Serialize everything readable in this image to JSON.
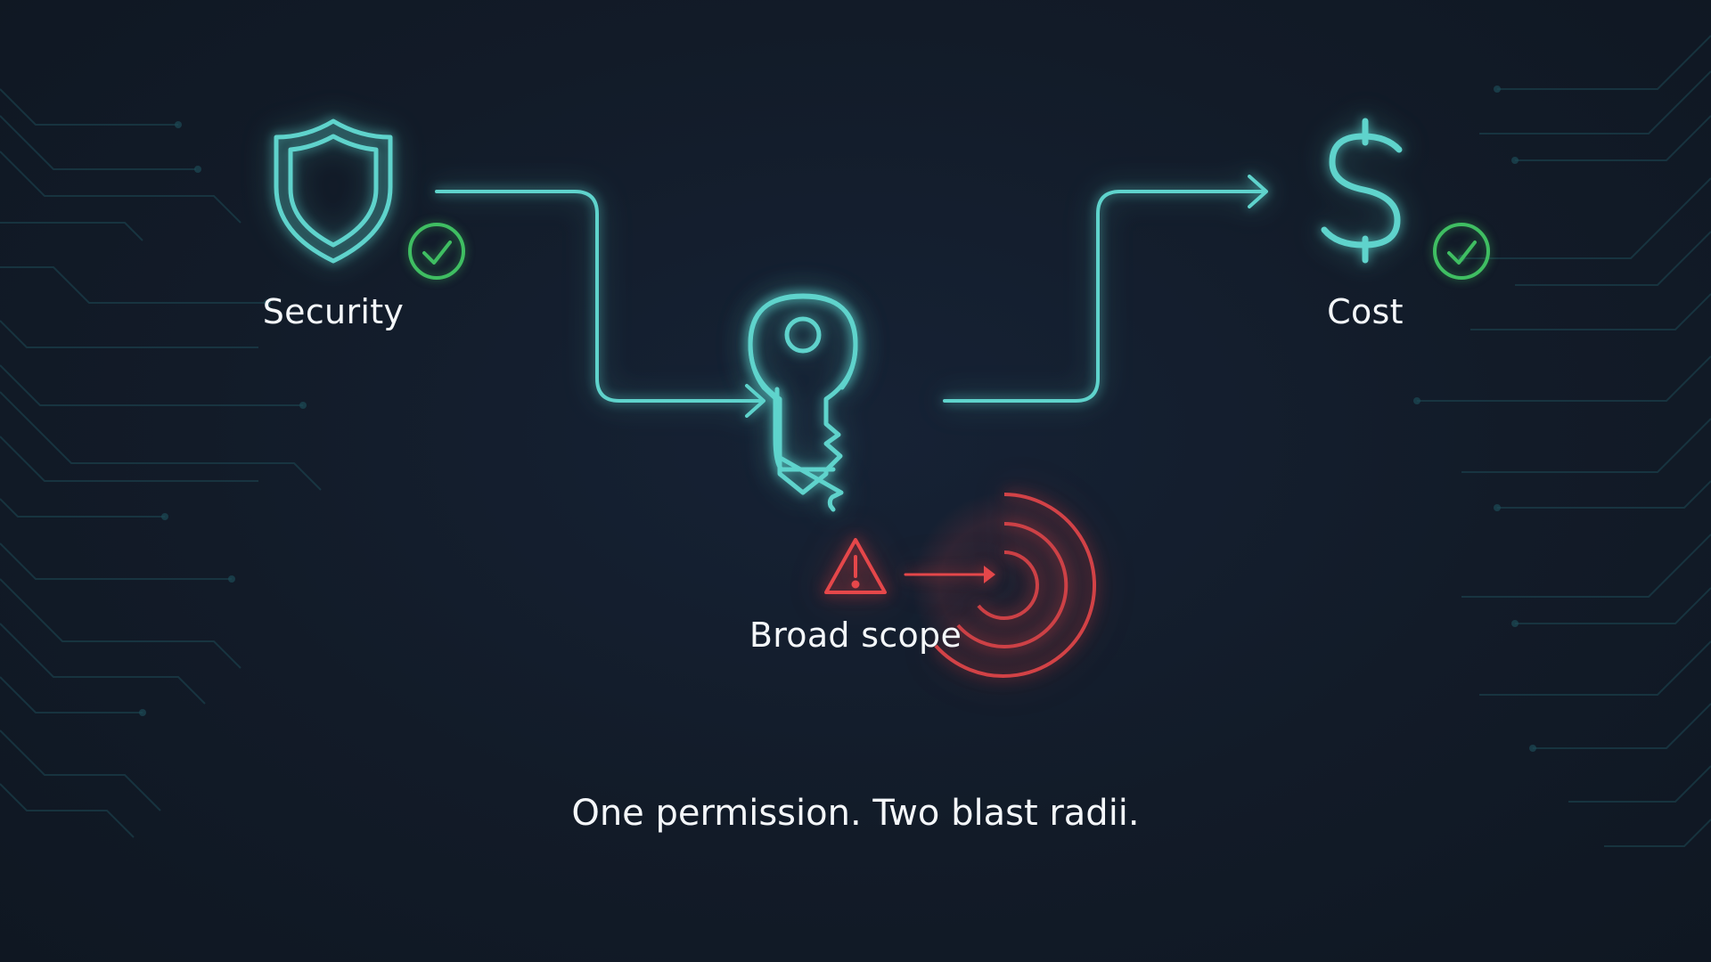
{
  "colors": {
    "background": "#121b28",
    "accent_teal": "#5fd3cc",
    "check_green": "#3fbe62",
    "warning_red": "#e5474a",
    "circuit": "#1d4a55"
  },
  "nodes": {
    "security": {
      "label": "Security",
      "icon": "shield-icon",
      "status_icon": "check-circle-icon"
    },
    "permission": {
      "icon": "key-icon"
    },
    "cost": {
      "label": "Cost",
      "icon": "dollar-icon",
      "status_icon": "check-circle-icon"
    }
  },
  "warning": {
    "label": "Broad scope",
    "icon": "warning-triangle-icon",
    "target_icon": "target-rings-icon"
  },
  "caption": "One permission. Two blast radii."
}
